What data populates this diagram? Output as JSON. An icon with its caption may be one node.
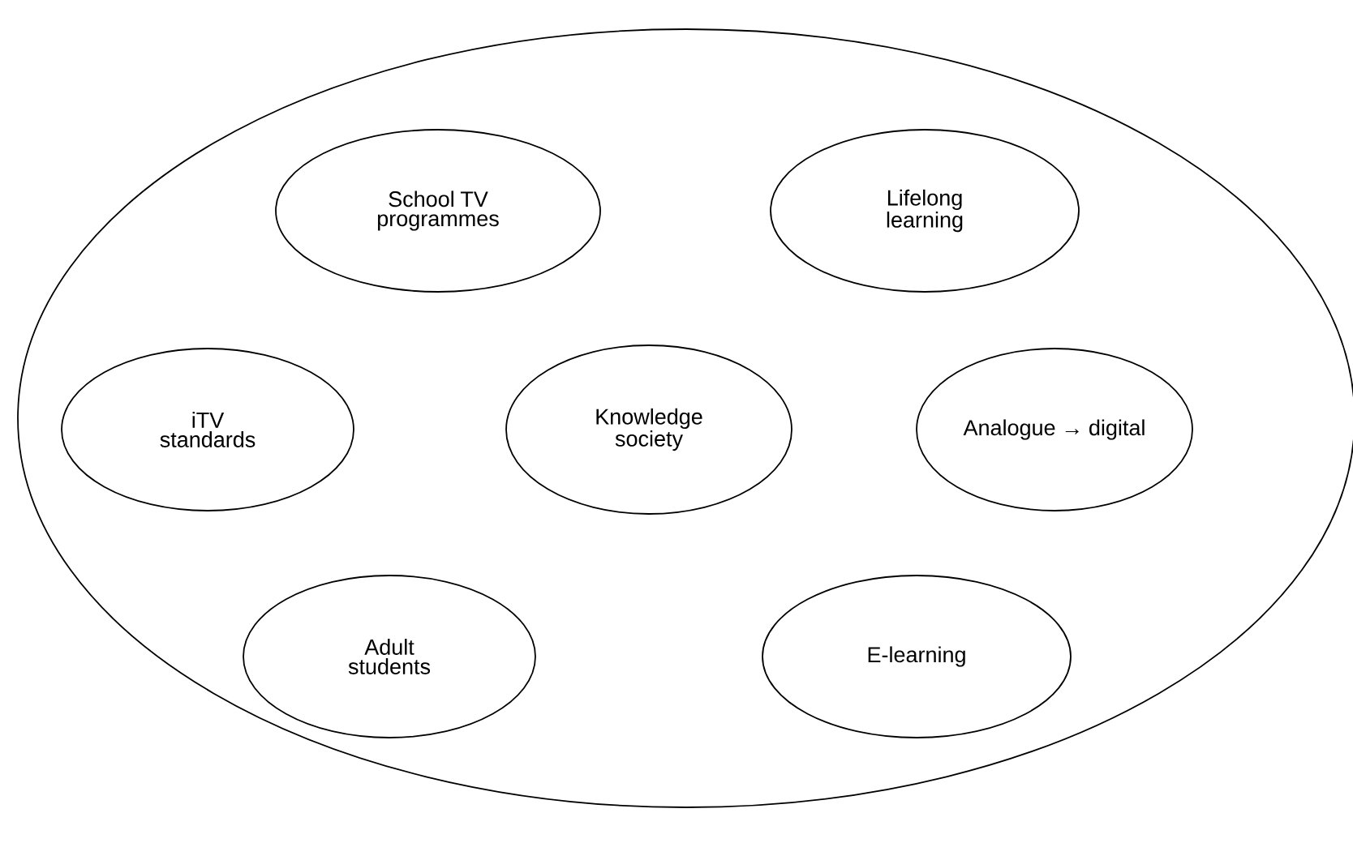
{
  "diagram": {
    "nodes": [
      {
        "text": [],
        "shape": "ellipse"
      },
      {
        "text": [
          "School TV programmes"
        ],
        "in": 0
      },
      {
        "text": [
          "Lifelong learning"
        ],
        "in": 0
      },
      {
        "text": [
          "iTV standards"
        ],
        "in": 0
      },
      {
        "text": [
          "Knowledge society"
        ],
        "in": 0
      },
      {
        "text": [
          "Analogue → digital"
        ],
        "in": 0
      },
      {
        "text": [
          "Adult students"
        ],
        "in": 0
      },
      {
        "text": [
          "E-learning"
        ],
        "in": 0
      }
    ]
  }
}
